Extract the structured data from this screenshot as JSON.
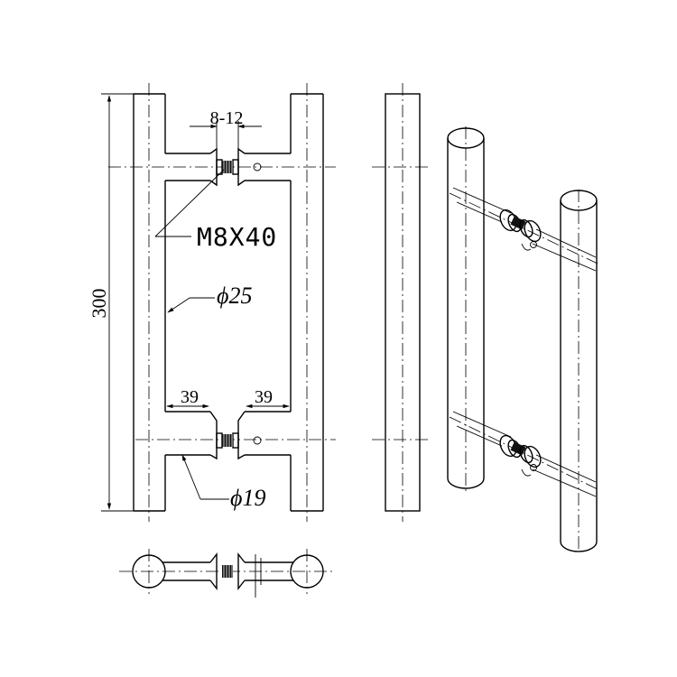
{
  "labels": {
    "overall_length": "300",
    "bolt_gap": "8-12",
    "bolt_spec": "M8X40",
    "bar_diameter": "ϕ25",
    "leg_left": "39",
    "leg_right": "39",
    "leg_diameter": "ϕ19"
  }
}
